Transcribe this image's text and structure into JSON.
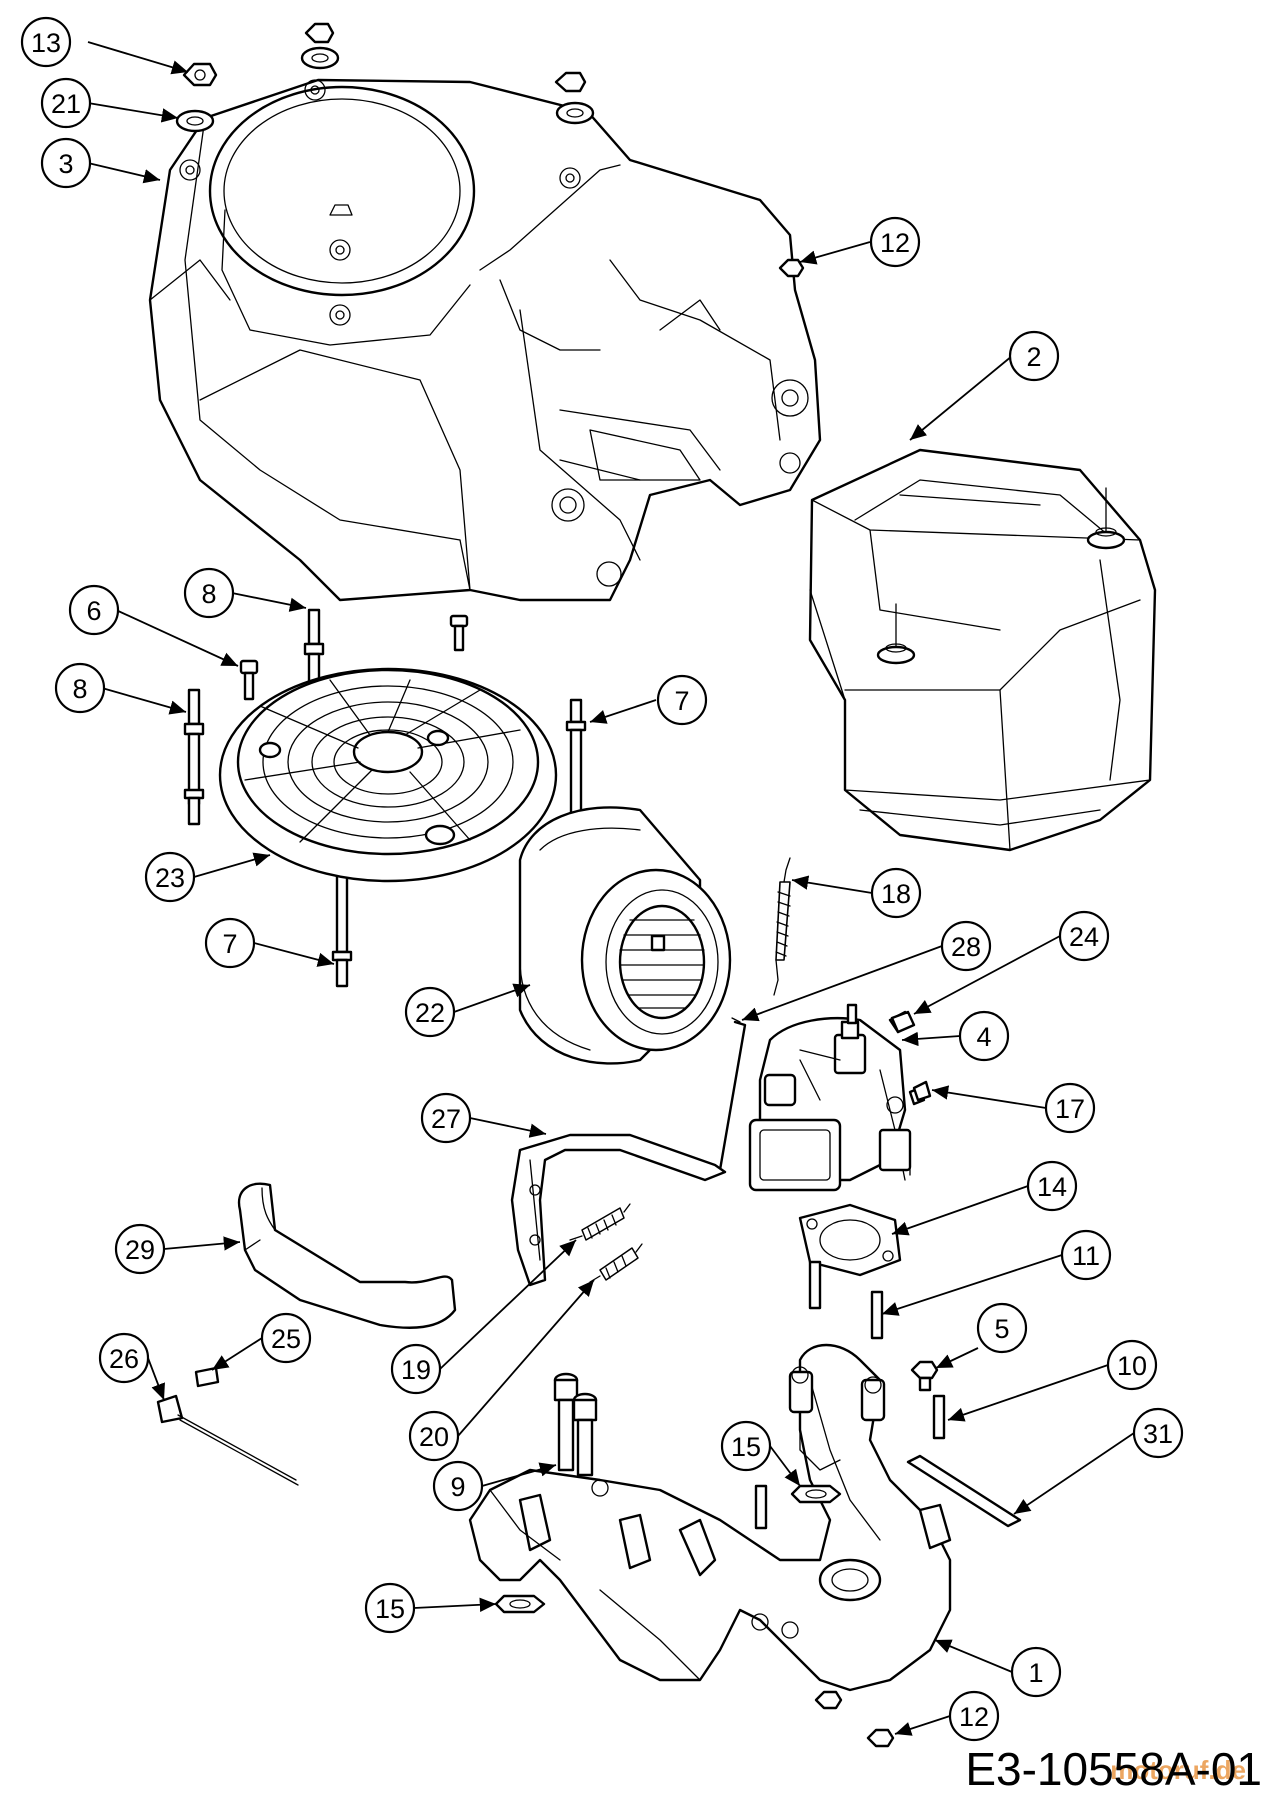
{
  "diagram": {
    "drawing_code": "E3-10558A-01",
    "watermark": "motoruf.de",
    "callouts": [
      "13",
      "21",
      "3",
      "12",
      "2",
      "6",
      "8",
      "8",
      "7",
      "23",
      "7",
      "22",
      "18",
      "28",
      "24",
      "4",
      "17",
      "27",
      "14",
      "29",
      "11",
      "5",
      "10",
      "25",
      "26",
      "19",
      "20",
      "9",
      "15",
      "31",
      "15",
      "1",
      "12"
    ]
  }
}
